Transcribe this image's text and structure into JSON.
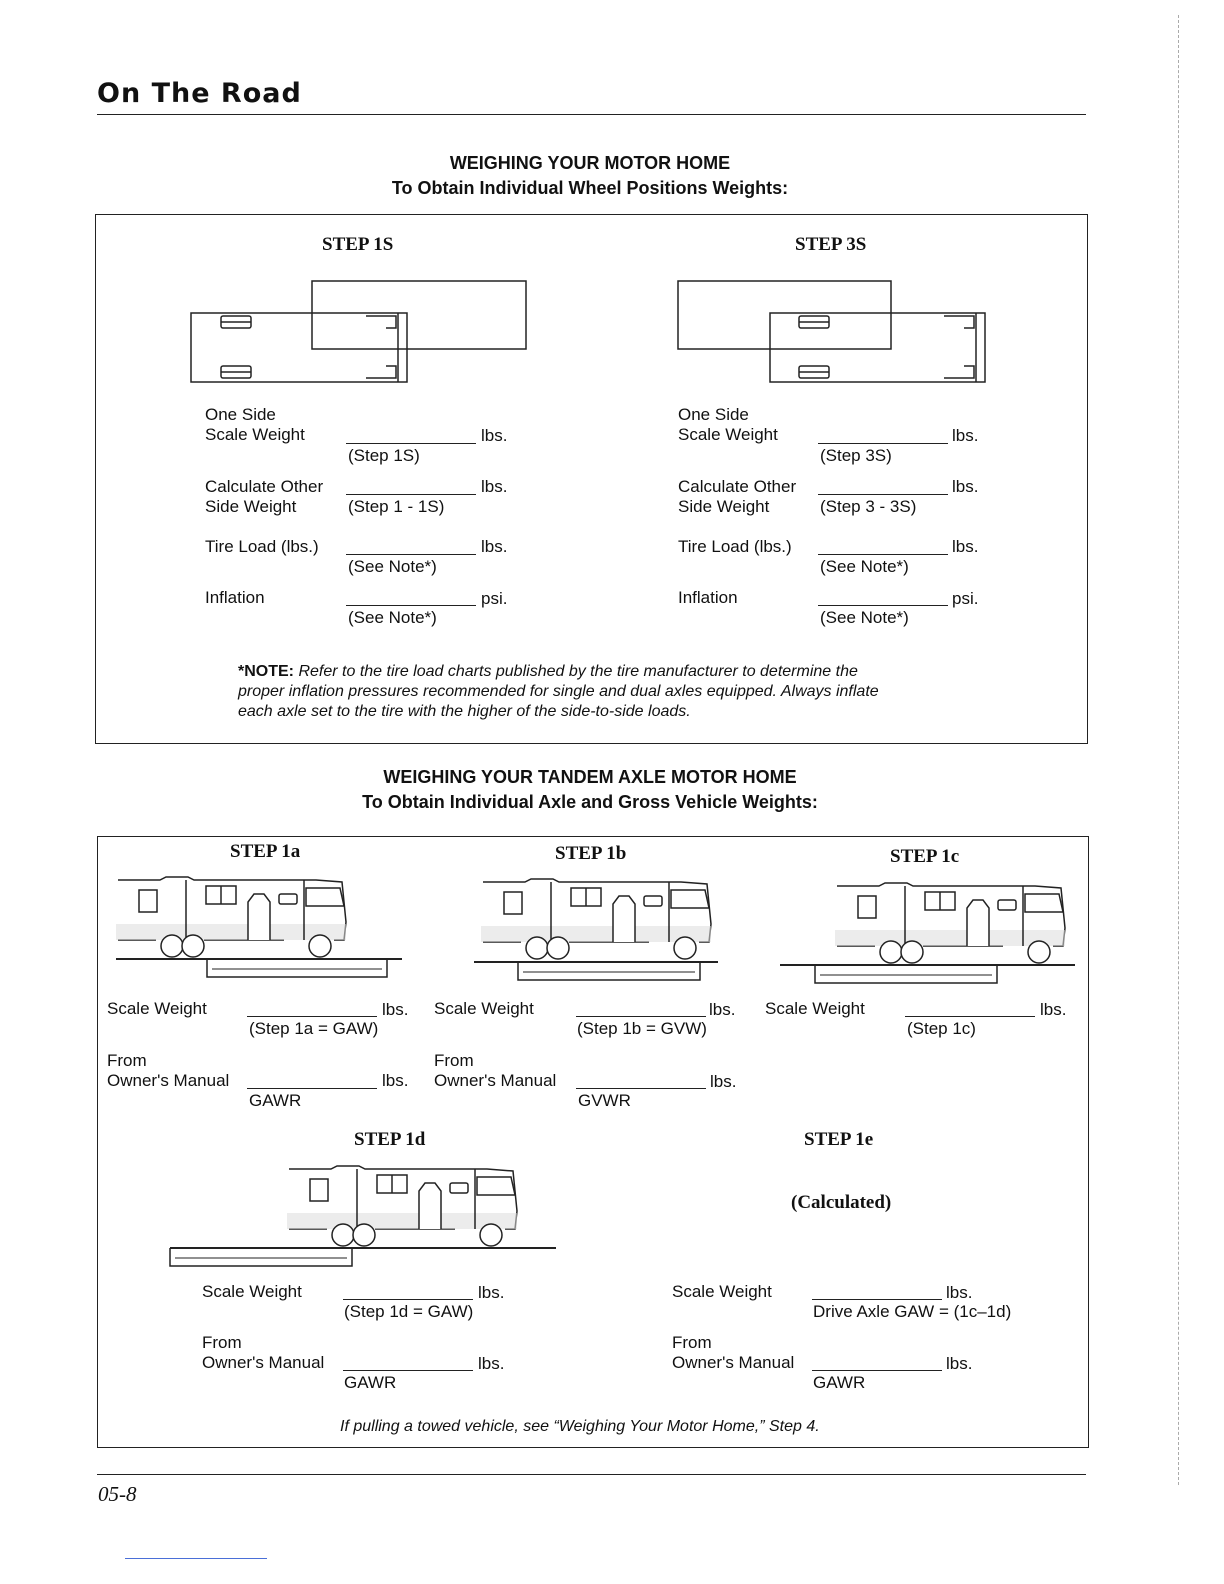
{
  "header": {
    "title": "On The Road"
  },
  "section1": {
    "title": "WEIGHING YOUR MOTOR HOME",
    "subtitle": "To Obtain Individual Wheel Positions Weights:",
    "left": {
      "step": "STEP 1S",
      "one_side": "One Side",
      "scale_weight": "Scale Weight",
      "sw_unit": "lbs.",
      "sw_sub": "(Step 1S)",
      "calc": "Calculate Other",
      "side_weight": "Side Weight",
      "calc_unit": "lbs.",
      "calc_sub": "(Step 1 - 1S)",
      "tire": "Tire Load (lbs.)",
      "tire_unit": "lbs.",
      "tire_sub": "(See Note*)",
      "inflation": "Inflation",
      "inf_unit": "psi.",
      "inf_sub": "(See Note*)"
    },
    "right": {
      "step": "STEP 3S",
      "one_side": "One Side",
      "scale_weight": "Scale Weight",
      "sw_unit": "lbs.",
      "sw_sub": "(Step 3S)",
      "calc": "Calculate Other",
      "side_weight": "Side Weight",
      "calc_unit": "lbs.",
      "calc_sub": "(Step 3 - 3S)",
      "tire": "Tire Load (lbs.)",
      "tire_unit": "lbs.",
      "tire_sub": "(See Note*)",
      "inflation": "Inflation",
      "inf_unit": "psi.",
      "inf_sub": "(See Note*)"
    },
    "note_label": "*NOTE:",
    "note_line1": "Refer to the tire load charts published by the tire manufacturer to determine the",
    "note_line2": "proper inflation pressures recommended for single and dual axles equipped. Always inflate",
    "note_line3": "each axle set to the tire with the higher of the side-to-side loads."
  },
  "section2": {
    "title": "WEIGHING YOUR TANDEM AXLE MOTOR HOME",
    "subtitle": "To Obtain Individual Axle and Gross Vehicle Weights:",
    "s1a": {
      "step": "STEP 1a",
      "scale": "Scale Weight",
      "unit": "lbs.",
      "sub": "(Step 1a = GAW)",
      "from": "From",
      "om": "Owner's Manual",
      "om_unit": "lbs.",
      "om_sub": "GAWR"
    },
    "s1b": {
      "step": "STEP 1b",
      "scale": "Scale Weight",
      "unit": "lbs.",
      "sub": "(Step 1b = GVW)",
      "from": "From",
      "om": "Owner's Manual",
      "om_unit": "lbs.",
      "om_sub": "GVWR"
    },
    "s1c": {
      "step": "STEP 1c",
      "scale": "Scale Weight",
      "unit": "lbs.",
      "sub": "(Step 1c)"
    },
    "s1d": {
      "step": "STEP 1d",
      "scale": "Scale Weight",
      "unit": "lbs.",
      "sub": "(Step 1d = GAW)",
      "from": "From",
      "om": "Owner's Manual",
      "om_unit": "lbs.",
      "om_sub": "GAWR"
    },
    "s1e": {
      "step": "STEP 1e",
      "calculated": "(Calculated)",
      "scale": "Scale Weight",
      "unit": "lbs.",
      "sub": "Drive Axle GAW = (1c–1d)",
      "from": "From",
      "om": "Owner's Manual",
      "om_unit": "lbs.",
      "om_sub": "GAWR"
    },
    "footnote": "If pulling a towed vehicle, see “Weighing Your Motor Home,” Step 4."
  },
  "page_number": "05-8"
}
